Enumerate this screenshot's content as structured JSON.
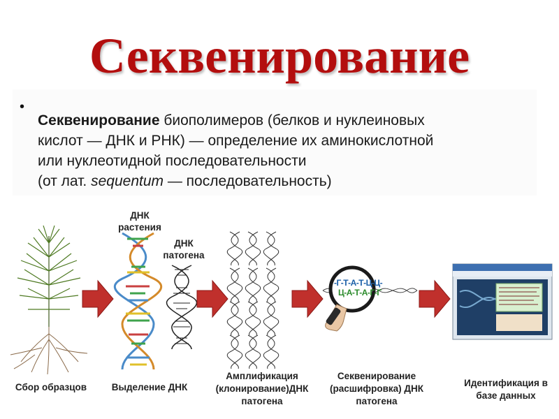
{
  "title": "Секвенирование",
  "definition": {
    "term": "Секвенирование",
    "line1_rest": " биополимеров (белков и нуклеиновых",
    "line2": "кислот — ДНК и РНК) — определение их аминокислотной",
    "line3": "или нуклеотидной последовательности",
    "line4_prefix": "(от лат. ",
    "line4_italic": "sequentum",
    "line4_suffix": " — последовательность)"
  },
  "steps": {
    "collect": {
      "caption": "Сбор образцов"
    },
    "extract": {
      "caption": "Выделение ДНК",
      "plant_label": [
        "ДНК",
        "растения"
      ],
      "pathogen_label": [
        "ДНК",
        "патогена"
      ]
    },
    "amplify": {
      "caption": [
        "Амплификация",
        "(клонирование)ДНК",
        "патогена"
      ]
    },
    "sequence": {
      "caption": [
        "Секвенирование",
        "(расшифровка)  ДНК",
        "патогена"
      ],
      "sequence_top": "-Г-Т-А-Т-Ц-Ц-",
      "sequence_bottom": "Ц-А-Т-А-Г-Г"
    },
    "identify": {
      "caption": [
        "Идентификация в",
        "базе данных"
      ]
    }
  },
  "colors": {
    "title": "#b30e0e",
    "arrow": "#c0302c",
    "arrow_dark": "#8c1a17"
  }
}
